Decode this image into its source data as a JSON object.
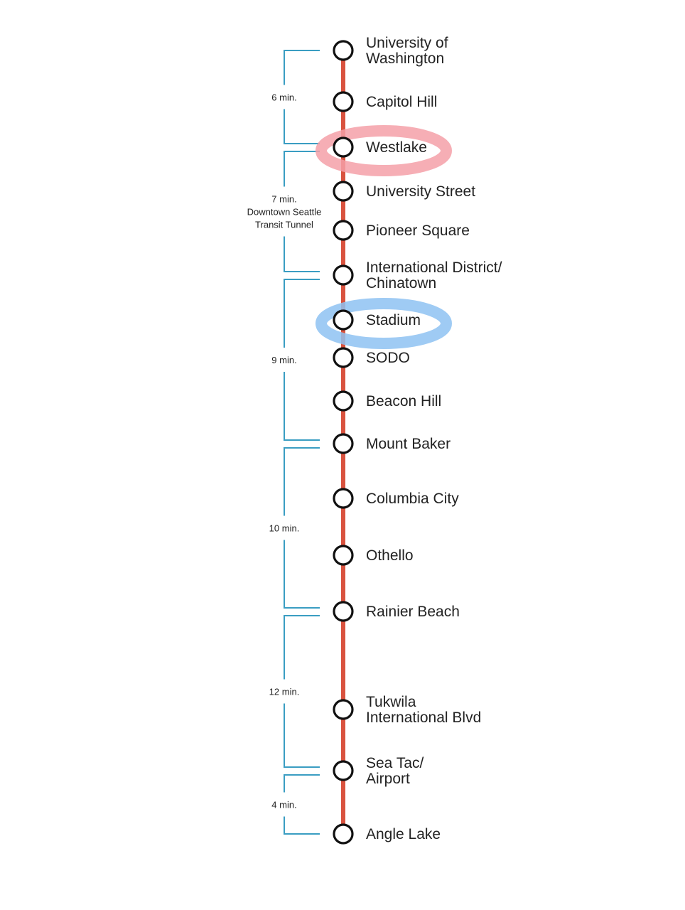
{
  "line_color": "#d9533f",
  "bracket_color": "#3a9dc2",
  "stations": [
    {
      "name": [
        "University of",
        "Washington"
      ]
    },
    {
      "name": [
        "Capitol Hill"
      ]
    },
    {
      "name": [
        "Westlake"
      ],
      "highlight": "#f4a0a8"
    },
    {
      "name": [
        "University Street"
      ]
    },
    {
      "name": [
        "Pioneer Square"
      ]
    },
    {
      "name": [
        "International District/",
        "Chinatown"
      ]
    },
    {
      "name": [
        "Stadium"
      ],
      "highlight": "#8ec2f2"
    },
    {
      "name": [
        "SODO"
      ]
    },
    {
      "name": [
        "Beacon Hill"
      ]
    },
    {
      "name": [
        "Mount Baker"
      ]
    },
    {
      "name": [
        "Columbia City"
      ]
    },
    {
      "name": [
        "Othello"
      ]
    },
    {
      "name": [
        "Rainier Beach"
      ]
    },
    {
      "name": [
        "Tukwila",
        "International Blvd"
      ]
    },
    {
      "name": [
        "Sea Tac/",
        "Airport"
      ]
    },
    {
      "name": [
        "Angle Lake"
      ]
    }
  ],
  "segments": [
    {
      "from": 0,
      "to": 2,
      "label": [
        "6 min."
      ]
    },
    {
      "from": 2,
      "to": 5,
      "label": [
        "7 min.",
        "Downtown Seattle",
        "Transit Tunnel"
      ]
    },
    {
      "from": 5,
      "to": 9,
      "label": [
        "9 min."
      ]
    },
    {
      "from": 9,
      "to": 12,
      "label": [
        "10 min."
      ]
    },
    {
      "from": 12,
      "to": 14,
      "label": [
        "12 min."
      ]
    },
    {
      "from": 14,
      "to": 15,
      "label": [
        "4 min."
      ]
    }
  ]
}
